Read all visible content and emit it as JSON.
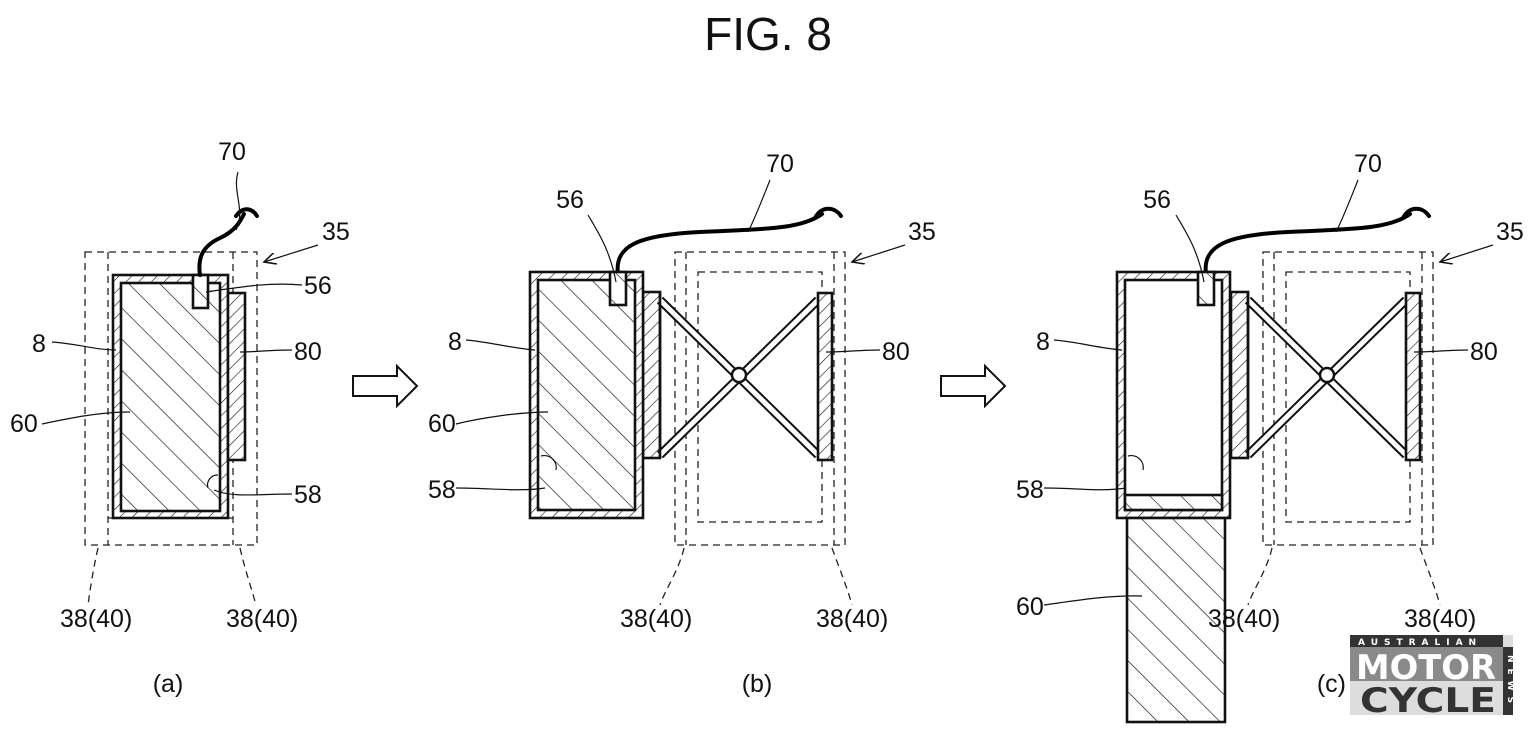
{
  "figure": {
    "title": "FIG. 8"
  },
  "panels": {
    "a": {
      "caption": "(a)",
      "l70": "70",
      "l35": "35",
      "l56": "56",
      "l8": "8",
      "l80": "80",
      "l60": "60",
      "l58": "58",
      "l38_left": "38(40)",
      "l38_right": "38(40)"
    },
    "b": {
      "caption": "(b)",
      "l70": "70",
      "l35": "35",
      "l56": "56",
      "l8": "8",
      "l80": "80",
      "l60": "60",
      "l58": "58",
      "l38_left": "38(40)",
      "l38_right": "38(40)"
    },
    "c": {
      "caption": "(c)",
      "l70": "70",
      "l35": "35",
      "l56": "56",
      "l8": "8",
      "l80": "80",
      "l60": "60",
      "l58": "58",
      "l38_left": "38(40)",
      "l38_right": "38(40)"
    }
  },
  "arrows": [
    "right-block-arrow",
    "right-block-arrow"
  ],
  "watermark": {
    "top": "AUSTRALIAN",
    "line1": "MOTOR",
    "line2": "CYCLE",
    "side": "NEWS"
  }
}
